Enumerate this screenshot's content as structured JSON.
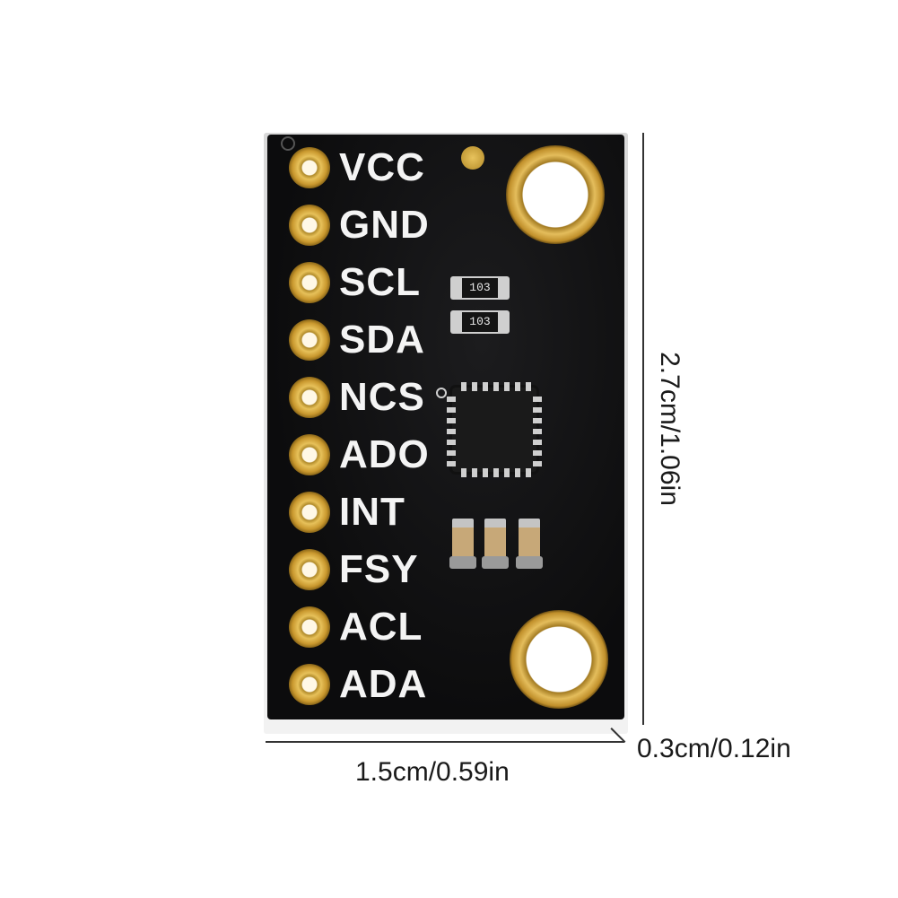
{
  "board": {
    "pins": [
      "VCC",
      "GND",
      "SCL",
      "SDA",
      "NCS",
      "ADO",
      "INT",
      "FSY",
      "ACL",
      "ADA"
    ],
    "resistor_markings": [
      "103",
      "103"
    ],
    "colors": {
      "pcb": "#0c0c0d",
      "gold": "#e4bd5c",
      "silkscreen": "#f4f4f4"
    }
  },
  "dimensions": {
    "width": "1.5cm/0.59in",
    "height": "2.7cm/1.06in",
    "thickness": "0.3cm/0.12in"
  }
}
